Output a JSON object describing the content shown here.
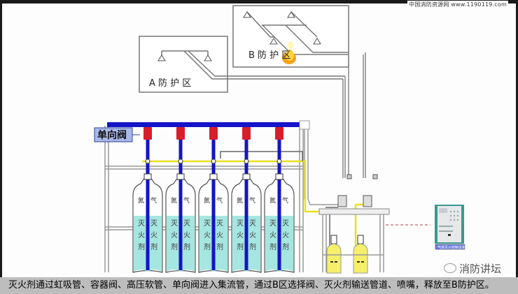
{
  "source_watermark": "中国消防资源网 www.1190119.com",
  "zones": {
    "a": {
      "label": "A 防 护 区"
    },
    "b": {
      "label": "B 防 护 区"
    }
  },
  "check_valve_label": "单向阀",
  "cylinders": {
    "count": 5,
    "gas_label": [
      "氮",
      "气"
    ],
    "agent_label": [
      "灭",
      "火",
      "剂"
    ]
  },
  "controller_label": "气体灭火控制主机",
  "caption": "灭火剂通过虹吸管、容器阀、高压软管、单向阀进入集流管，通过B区选择阀、灭火剂输送管道、喷嘴，释放至B防护区。",
  "brand": "消防讲坛",
  "colors": {
    "manifold": "#1414c8",
    "check_valve": "#d81e2a",
    "agent_fill": "#a6e6e0",
    "pilot_line": "#f2ea3c",
    "pilot_cylinder": "#f5ef6a",
    "caption_bg": "#bdbdbd",
    "controller": "#3a9a8c"
  }
}
